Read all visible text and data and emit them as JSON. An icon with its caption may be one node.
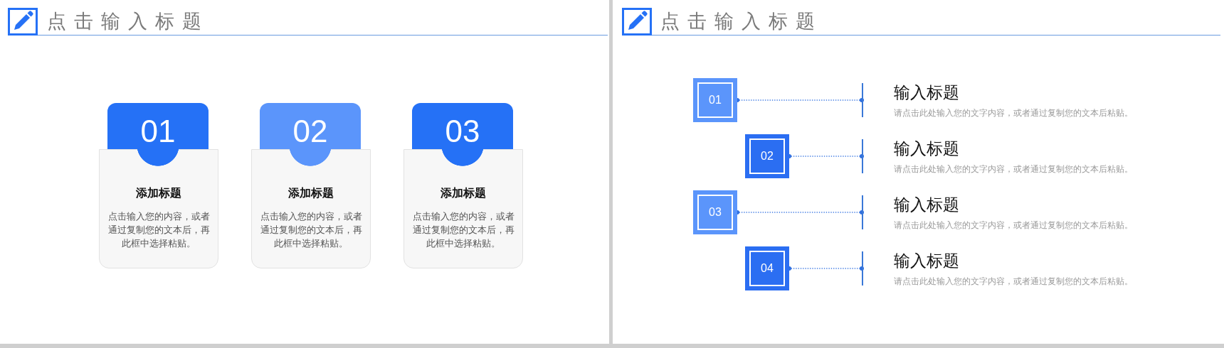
{
  "diagram": {
    "nodes": [
      {
        "text": [
          "01"
        ]
      },
      {
        "text": [
          "添加标题",
          "点击输入您的内容，或者通过复制您的文本后，再此框中选择粘贴。"
        ]
      },
      {
        "text": [
          "02"
        ]
      },
      {
        "text": [
          "添加标题",
          "点击输入您的内容，或者通过复制您的文本后，再此框中选择粘贴。"
        ]
      },
      {
        "text": [
          "03"
        ]
      },
      {
        "text": [
          "添加标题",
          "点击输入您的内容，或者通过复制您的文本后，再此框中选择粘贴。"
        ]
      },
      {
        "text": [
          "01"
        ]
      },
      {
        "text": [],
        "shape": "bar"
      },
      {
        "text": [
          "02"
        ]
      },
      {
        "text": [],
        "shape": "bar"
      },
      {
        "text": [
          "03"
        ]
      },
      {
        "text": [],
        "shape": "bar"
      },
      {
        "text": [
          "04"
        ]
      },
      {
        "text": [],
        "shape": "bar"
      }
    ],
    "edges": [
      {
        "from": 6,
        "to": 7,
        "arrow": "other",
        "style": "dashed"
      },
      {
        "from": 8,
        "to": 9,
        "arrow": "other",
        "style": "dashed"
      },
      {
        "from": 10,
        "to": 11,
        "arrow": "other",
        "style": "dashed"
      },
      {
        "from": 12,
        "to": 13,
        "arrow": "other",
        "style": "dashed"
      }
    ],
    "labels": [
      "点击输入标题",
      "点击输入标题",
      "输入标题",
      "请点击此处输入您的文字内容，或者通过复制您的文本后粘贴。",
      "输入标题",
      "请点击此处输入您的文字内容，或者通过复制您的文本后粘贴。",
      "输入标题",
      "请点击此处输入您的文字内容，或者通过复制您的文本后粘贴。",
      "输入标题",
      "请点击此处输入您的文字内容，或者通过复制您的文本后粘贴。"
    ]
  }
}
